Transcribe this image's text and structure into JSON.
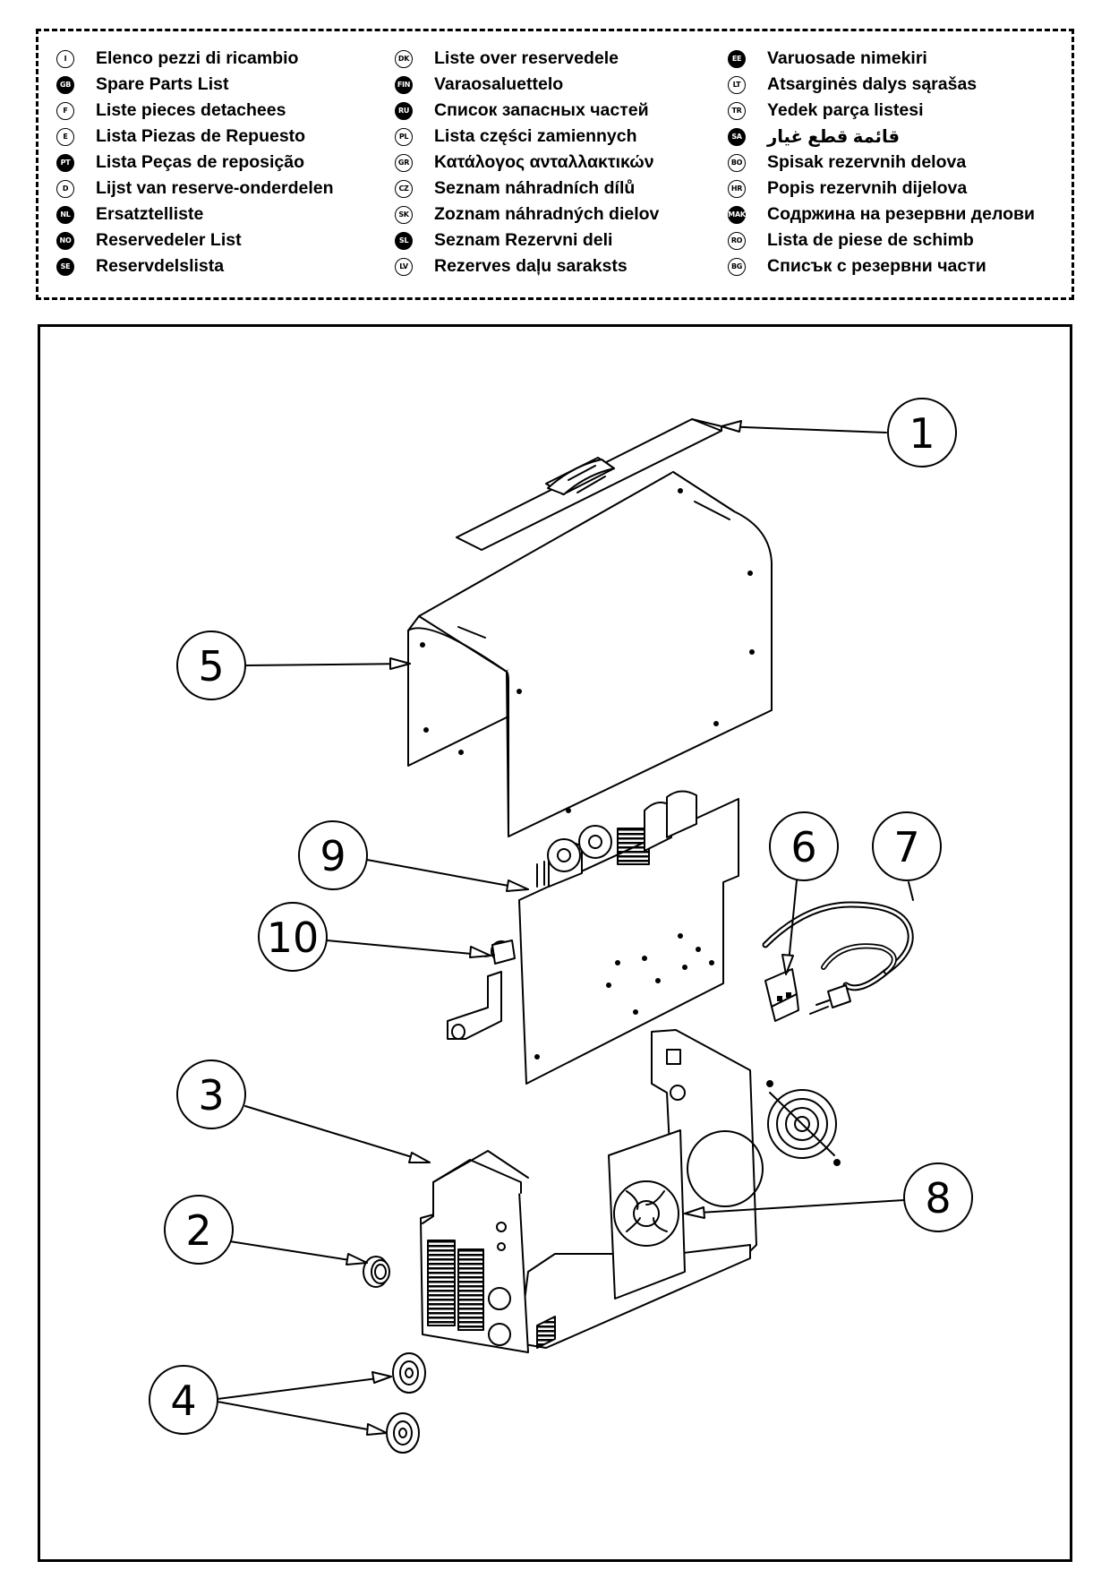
{
  "legend": {
    "col1": [
      {
        "code": "I",
        "label": "Elenco pezzi di ricambio",
        "filled": false
      },
      {
        "code": "GB",
        "label": "Spare Parts List",
        "filled": true
      },
      {
        "code": "F",
        "label": "Liste pieces detachees",
        "filled": false
      },
      {
        "code": "E",
        "label": "Lista Piezas de Repuesto",
        "filled": false
      },
      {
        "code": "PT",
        "label": "Lista Peças de reposição",
        "filled": true
      },
      {
        "code": "D",
        "label": "Lijst van reserve-onderdelen",
        "filled": false
      },
      {
        "code": "NL",
        "label": "Ersatztelliste",
        "filled": true
      },
      {
        "code": "NO",
        "label": "Reservedeler List",
        "filled": true
      },
      {
        "code": "SE",
        "label": "Reservdelslista",
        "filled": true
      }
    ],
    "col2": [
      {
        "code": "DK",
        "label": "Liste over reservedele",
        "filled": false
      },
      {
        "code": "FIN",
        "label": "Varaosaluettelo",
        "filled": true
      },
      {
        "code": "RU",
        "label": "Список запасных частей",
        "filled": true
      },
      {
        "code": "PL",
        "label": "Lista części zamiennych",
        "filled": false
      },
      {
        "code": "GR",
        "label": "Κατάλογος ανταλλακτικών",
        "filled": false
      },
      {
        "code": "CZ",
        "label": "Seznam náhradních dílů",
        "filled": false
      },
      {
        "code": "SK",
        "label": "Zoznam náhradných dielov",
        "filled": false
      },
      {
        "code": "SL",
        "label": "Seznam Rezervni deli",
        "filled": true
      },
      {
        "code": "LV",
        "label": "Rezerves daļu saraksts",
        "filled": false
      }
    ],
    "col3": [
      {
        "code": "EE",
        "label": "Varuosade nimekiri",
        "filled": true
      },
      {
        "code": "LT",
        "label": "Atsarginės dalys sąrašas",
        "filled": false
      },
      {
        "code": "TR",
        "label": "Yedek parça listesi",
        "filled": false
      },
      {
        "code": "SA",
        "label": "قائمة قطع غيار",
        "filled": true
      },
      {
        "code": "BO",
        "label": "Spisak rezervnih delova",
        "filled": false
      },
      {
        "code": "HR",
        "label": "Popis rezervnih dijelova",
        "filled": false
      },
      {
        "code": "MAK",
        "label": "Содржина на резервни делови",
        "filled": true
      },
      {
        "code": "RO",
        "label": "Lista de piese de schimb",
        "filled": false
      },
      {
        "code": "BG",
        "label": "Списък с резервни части",
        "filled": false
      }
    ]
  },
  "callouts": {
    "c1": "1",
    "c2": "2",
    "c3": "3",
    "c4": "4",
    "c5": "5",
    "c6": "6",
    "c7": "7",
    "c8": "8",
    "c9": "9",
    "c10": "10"
  }
}
